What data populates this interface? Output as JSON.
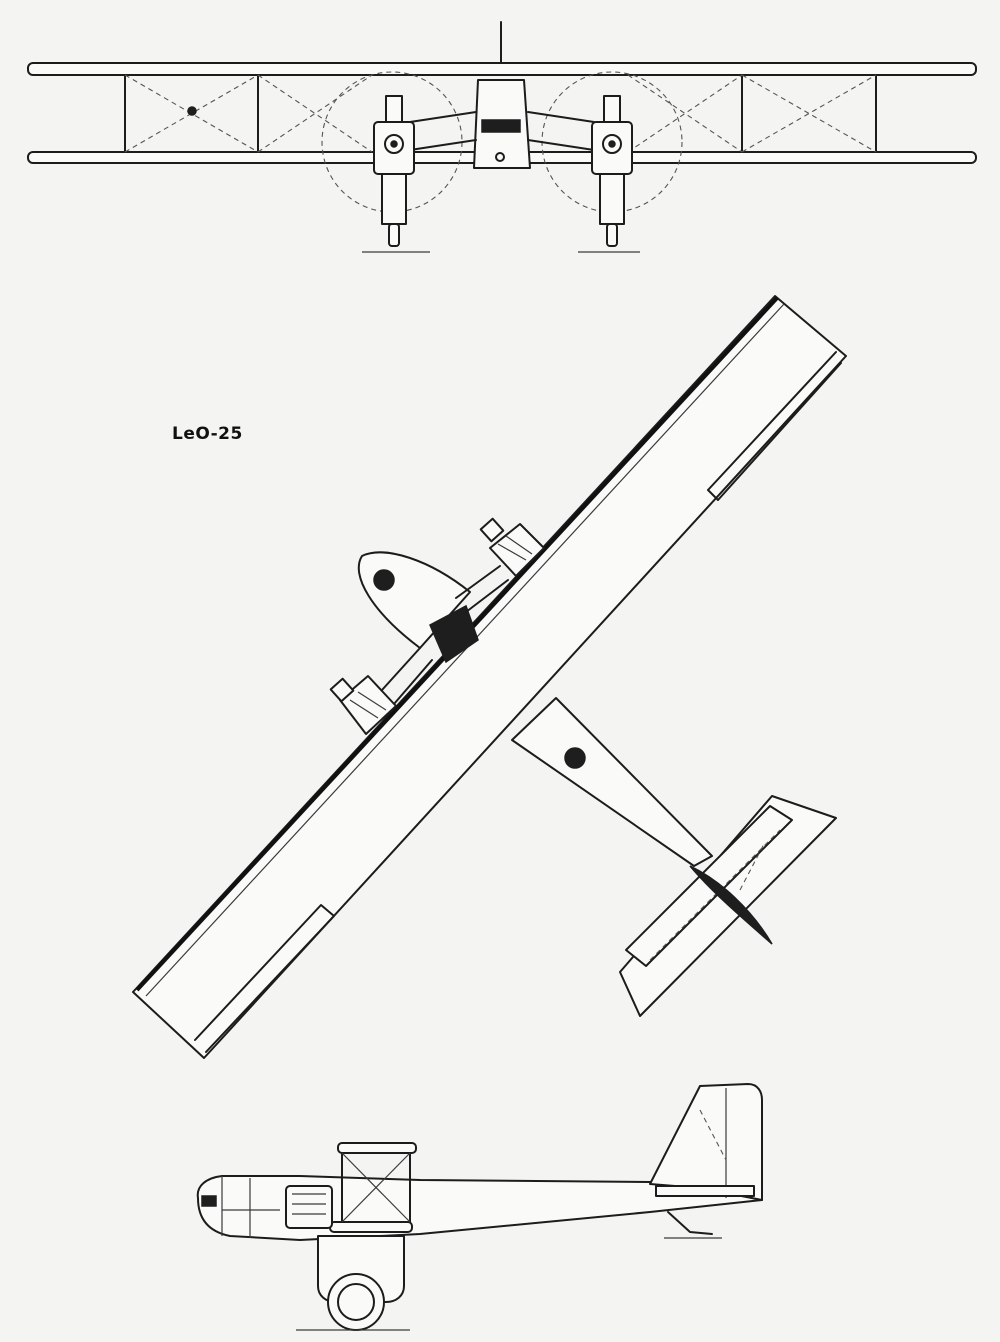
{
  "drawing": {
    "model_label": "LeO-25",
    "views": [
      "front-view",
      "top-view",
      "side-view"
    ],
    "colors": {
      "ink": "#1c1c1c",
      "paper": "#f4f4f2"
    }
  }
}
